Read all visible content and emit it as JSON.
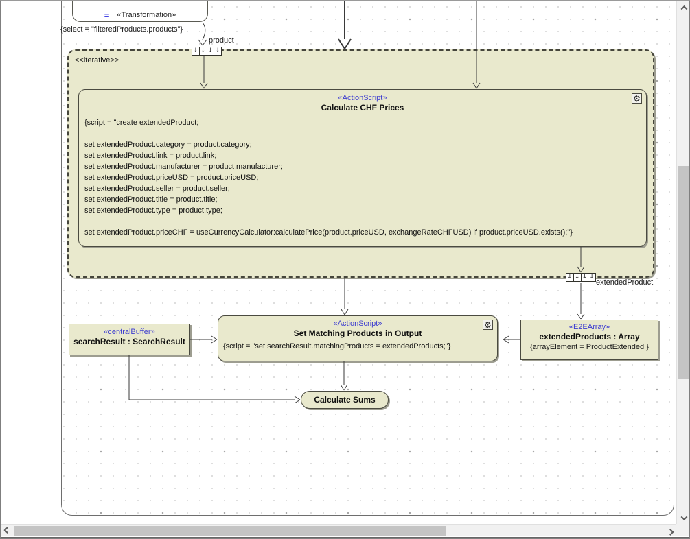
{
  "colors": {
    "node_fill": "#e9e9cd",
    "node_border": "#4a4a40",
    "stereotype_text": "#3b3bd0",
    "shadow": "#9d9d90",
    "edge": "#3a3a3a"
  },
  "icons": {
    "gear_icon": "⚙",
    "transformation_equals_icon": "=",
    "pin_arrow_icon": "↓"
  },
  "diagram": {
    "transformation": {
      "stereotype": "«Transformation»",
      "constraint": "{select = \"filteredProducts.products\"}"
    },
    "product_pin": {
      "label": "product"
    },
    "iterative_region": {
      "label": "<<iterative>>"
    },
    "calculate_chf_prices": {
      "stereotype": "«ActionScript»",
      "name": "Calculate CHF Prices",
      "script": "{script = \"create extendedProduct;\n\nset extendedProduct.category = product.category;\nset extendedProduct.link = product.link;\nset extendedProduct.manufacturer = product.manufacturer;\nset extendedProduct.priceUSD = product.priceUSD;\nset extendedProduct.seller = product.seller;\nset extendedProduct.title = product.title;\nset extendedProduct.type = product.type;\n\nset extendedProduct.priceCHF = useCurrencyCalculator:calculatePrice(product.priceUSD, exchangeRateCHFUSD) if product.priceUSD.exists();\"}"
    },
    "extended_product_pin": {
      "label": "extendedProduct"
    },
    "search_result_buffer": {
      "stereotype": "«centralBuffer»",
      "name": "searchResult : SearchResult"
    },
    "set_matching_products": {
      "stereotype": "«ActionScript»",
      "name": "Set Matching Products in Output",
      "script": "{script = \"set searchResult.matchingProducts = extendedProducts;\"}"
    },
    "extended_products_array": {
      "stereotype": "«E2EArray»",
      "name": "extendedProducts : Array",
      "constraint": "{arrayElement = ProductExtended }"
    },
    "calculate_sums": {
      "name": "Calculate Sums"
    }
  }
}
